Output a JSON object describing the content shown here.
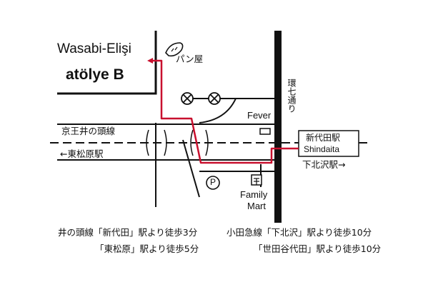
{
  "destination": {
    "name_line1": "Wasabi-Elişi",
    "name_line2": "atölye B"
  },
  "landmarks": {
    "bakery": "パン屋",
    "fever": "Fever",
    "family_mart_line1": "Family",
    "family_mart_line2": "Mart",
    "parking": "P"
  },
  "roads": {
    "kannana": "環七通り",
    "keio_inokashira_line": "京王井の頭線"
  },
  "stations": {
    "shindaita_jp": "新代田駅",
    "shindaita_en": "Shindaita",
    "higashi_matsubara": "←東松原駅",
    "shimokitazawa": "下北沢駅→"
  },
  "access": {
    "line1_left": "井の頭線「新代田」駅より徒歩3分",
    "line2_left": "「東松原」駅より徒歩5分",
    "line1_right": "小田急線「下北沢」駅より徒歩10分",
    "line2_right": "「世田谷代田」駅より徒歩10分"
  },
  "colors": {
    "route": "#c8102e",
    "ink": "#111111"
  },
  "icons": [
    "bread-icon",
    "traffic-light-icon",
    "parking-icon",
    "family-mart-icon",
    "arrow-icon"
  ]
}
